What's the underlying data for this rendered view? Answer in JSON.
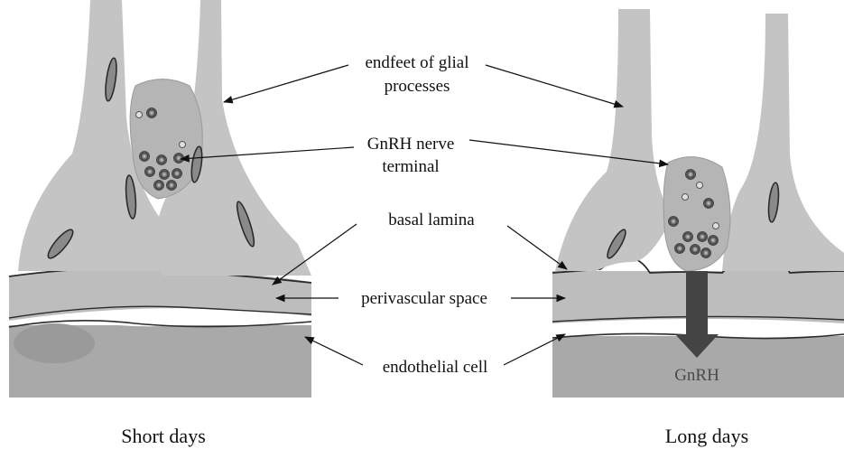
{
  "labels": {
    "endfeet_line1": "endfeet of glial",
    "endfeet_line2": "processes",
    "gnrh_terminal_line1": "GnRH nerve",
    "gnrh_terminal_line2": "terminal",
    "basal_lamina": "basal lamina",
    "perivascular_space": "perivascular space",
    "endothelial_cell": "endothelial cell",
    "gnrh_release": "GnRH"
  },
  "captions": {
    "left": "Short days",
    "right": "Long days"
  },
  "colors": {
    "tissue_light": "#c4c4c4",
    "tissue_mid": "#b8b8b8",
    "endothelium": "#a9a9a9",
    "outline": "#2b2b2b",
    "release_arrow": "#444444"
  }
}
